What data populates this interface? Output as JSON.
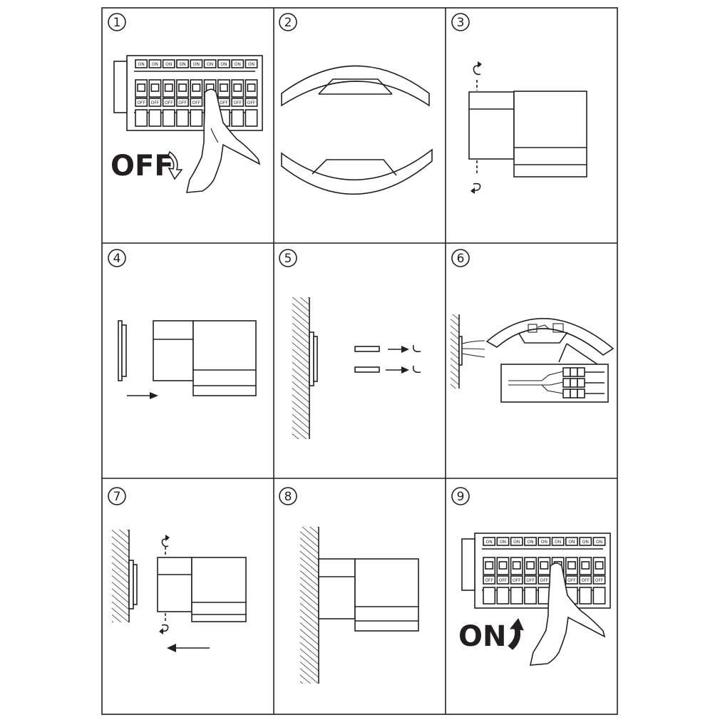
{
  "steps": [
    {
      "number": "1",
      "label": "OFF",
      "topic": "switch-off-breaker"
    },
    {
      "number": "2",
      "topic": "separate-shade"
    },
    {
      "number": "3",
      "topic": "unscrew-fixture"
    },
    {
      "number": "4",
      "topic": "remove-mounting-plate"
    },
    {
      "number": "5",
      "topic": "fix-plate-to-wall"
    },
    {
      "number": "6",
      "topic": "connect-wires"
    },
    {
      "number": "7",
      "topic": "attach-fixture"
    },
    {
      "number": "8",
      "topic": "installed"
    },
    {
      "number": "9",
      "label": "ON",
      "topic": "switch-on-breaker"
    }
  ],
  "breaker": {
    "on_label": "ON",
    "off_label": "OFF",
    "count": 9
  },
  "colors": {
    "ink": "#231f20",
    "paper": "#ffffff"
  }
}
